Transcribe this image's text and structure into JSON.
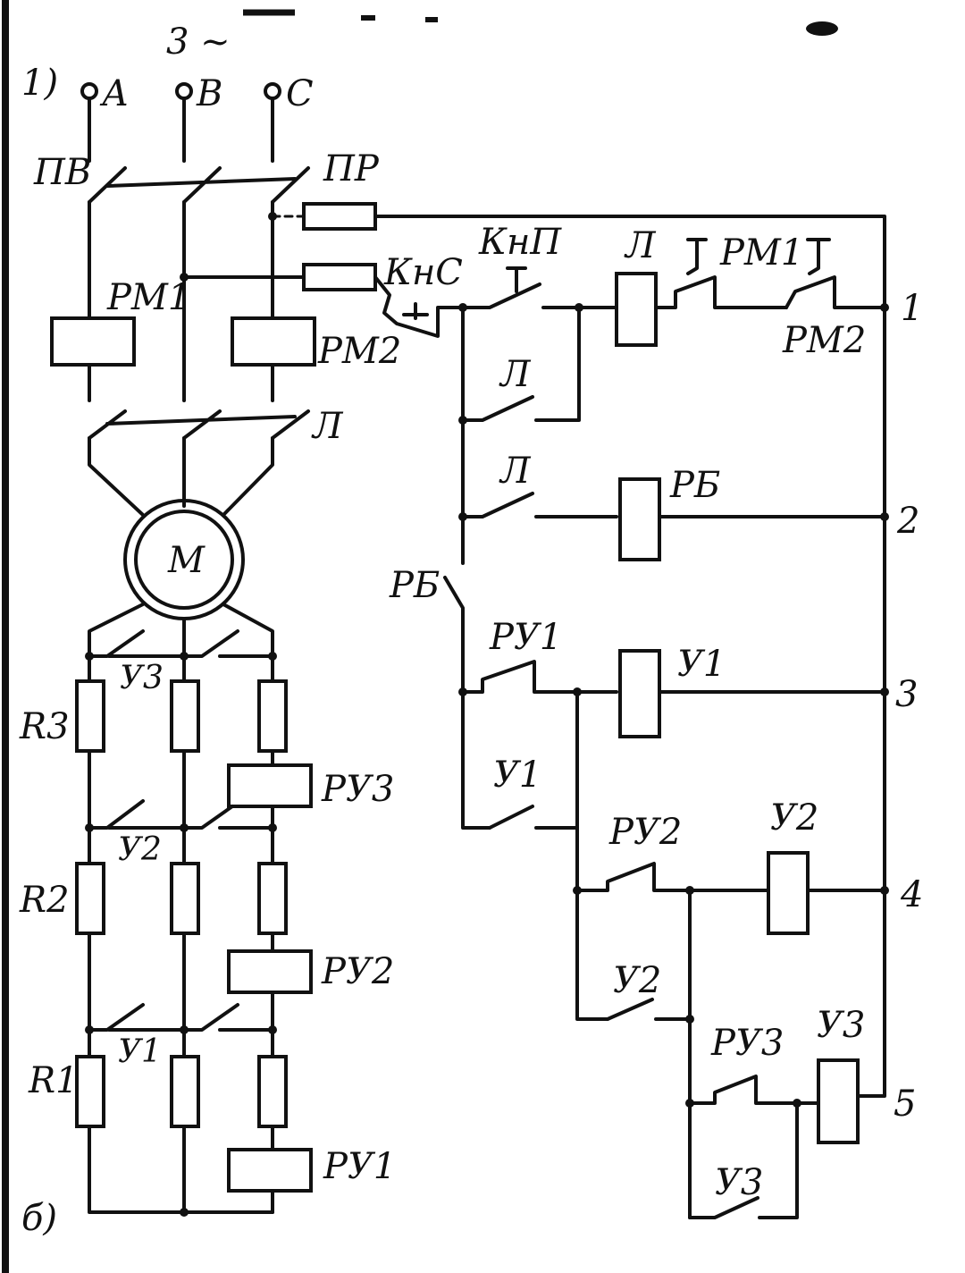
{
  "figure": {
    "part_a": "1)",
    "part_b": "б)",
    "supply": "3 ~"
  },
  "phases": {
    "a": "А",
    "b": "В",
    "c": "С"
  },
  "labels": {
    "pv": "ПВ",
    "pr": "ПР",
    "rm1": "РМ1",
    "rm2": "РМ2",
    "motor": "М",
    "l_contactor": "Л",
    "u3": "У3",
    "u2": "У2",
    "u1": "У1",
    "r3": "R3",
    "r2": "R2",
    "r1": "R1",
    "ru3": "РУ3",
    "ru2": "РУ2",
    "ru1": "РУ1",
    "kns": "КнС",
    "knp": "КнП",
    "l_coil": "Л",
    "rm1_contact": "РМ1",
    "rm2_contact": "РМ2",
    "l_seal": "Л",
    "l_rb": "Л",
    "rb_coil": "РБ",
    "rb_contact": "РБ",
    "ru1_contact": "РУ1",
    "u1_coil": "У1",
    "u1_contact": "У1",
    "ru2_contact": "РУ2",
    "u2_coil": "У2",
    "u2_contact": "У2",
    "ru3_contact": "РУ3",
    "u3_coil": "У3",
    "u3_contact": "У3"
  },
  "circuit_numbers": [
    "1",
    "2",
    "3",
    "4",
    "5"
  ]
}
